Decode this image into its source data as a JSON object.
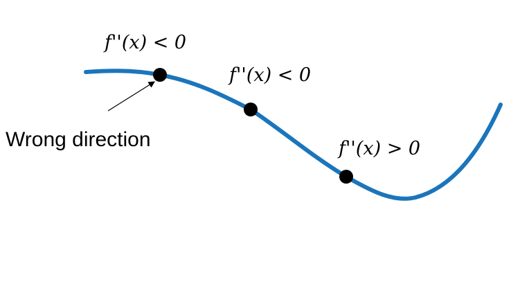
{
  "diagram": {
    "colors": {
      "curve": "#1b75bb",
      "point": "#000000",
      "text": "#000000",
      "background": "#ffffff"
    },
    "points": [
      {
        "id": "p1",
        "label": "f''(x) < 0"
      },
      {
        "id": "p2",
        "label": "f''(x) < 0"
      },
      {
        "id": "p3",
        "label": "f''(x) > 0"
      }
    ],
    "annotation": {
      "text": "Wrong direction"
    }
  }
}
